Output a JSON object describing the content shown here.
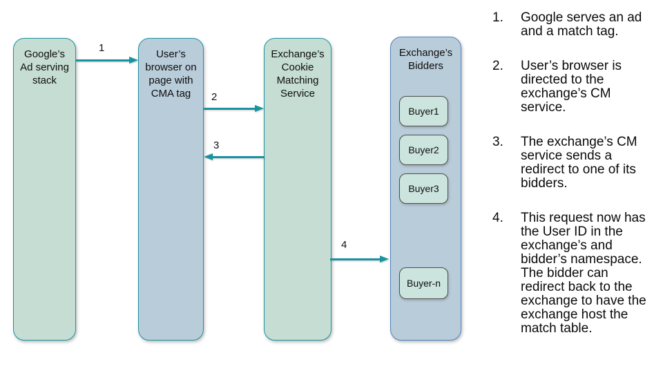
{
  "colors": {
    "teal": "#1a93a1",
    "green_fill": "#c5ddd3",
    "blue_fill": "#b9ccd9",
    "bidders_border": "#4e81bd",
    "buyer_fill": "#cbe4dd",
    "buyer_border": "#4d4d4d"
  },
  "nodes": {
    "google": {
      "label": "Google’s\nAd serving\nstack"
    },
    "browser": {
      "label": "User’s\nbrowser on\npage with\nCMA tag"
    },
    "cm_service": {
      "label": "Exchange’s\nCookie\nMatching\nService"
    },
    "bidders": {
      "label": "Exchange’s\nBidders",
      "buyers": [
        "Buyer1",
        "Buyer2",
        "Buyer3",
        "Buyer-n"
      ]
    }
  },
  "arrows": [
    {
      "label": "1",
      "from": "google",
      "to": "browser"
    },
    {
      "label": "2",
      "from": "browser",
      "to": "cm_service"
    },
    {
      "label": "3",
      "from": "cm_service",
      "to": "browser"
    },
    {
      "label": "4",
      "from": "cm_service",
      "to": "bidders"
    }
  ],
  "steps": [
    {
      "num": "1.",
      "text": "Google serves an ad\nand a match tag."
    },
    {
      "num": "2.",
      "text": "User’s browser is\ndirected to the\nexchange’s CM\nservice."
    },
    {
      "num": "3.",
      "text": "The exchange’s CM\nservice sends a\nredirect to one of its\nbidders."
    },
    {
      "num": "4.",
      "text": "This request now has\nthe User ID in the\nexchange’s and\nbidder’s namespace.\nThe bidder can\nredirect back to the\nexchange to have the\nexchange host the\nmatch table."
    }
  ]
}
